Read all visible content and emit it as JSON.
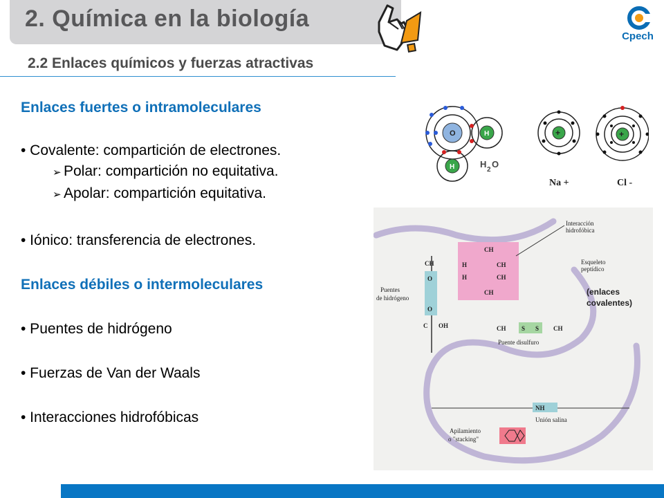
{
  "header": {
    "title": "2. Química en la biología",
    "subtitle": "2.2 Enlaces químicos y fuerzas atractivas",
    "logo_text": "Cpech"
  },
  "content": {
    "strong_heading": "Enlaces fuertes o intramoleculares",
    "covalent": "• Covalente: compartición de electrones.",
    "polar": "Polar: compartición no equitativa.",
    "apolar": "Apolar: compartición equitativa.",
    "ionic": "• Iónico: transferencia de electrones.",
    "weak_heading": "Enlaces débiles o intermoleculares",
    "hydrogen": "• Puentes de hidrógeno",
    "vanderwaals": "• Fuerzas de Van der Waals",
    "hydrophobic": "• Interacciones hidrofóbicas"
  },
  "figure_atoms": {
    "o": "O",
    "h": "H",
    "h2o": "H",
    "h2o_sub": "2",
    "h2o_o": "O",
    "na": "Na +",
    "cl": "Cl -"
  },
  "figure_protein": {
    "annotation": "(enlaces\ncovalentes)",
    "annotation_1": "(enlaces",
    "annotation_2": "covalentes)",
    "interaccion_1": "Interacción",
    "interaccion_2": "hidrofóbica",
    "esqueleto_1": "Esqueleto",
    "esqueleto_2": "peptídico",
    "puentes_1": "Puentes",
    "puentes_2": "de hidrógeno",
    "disulfuro": "Puente disulfuro",
    "salina": "Unión salina",
    "apil_1": "Apilamiento",
    "apil_2": "o \"stacking\"",
    "ch": "CH",
    "ch2": "CH",
    "ch3": "CH",
    "h3c": "H",
    "c": "C",
    "oh": "OH",
    "o": "O",
    "s": "S",
    "nh3": "NH"
  },
  "colors": {
    "accent": "#1070b8",
    "bar": "#0876c4",
    "tab": "#d4d4d6"
  }
}
